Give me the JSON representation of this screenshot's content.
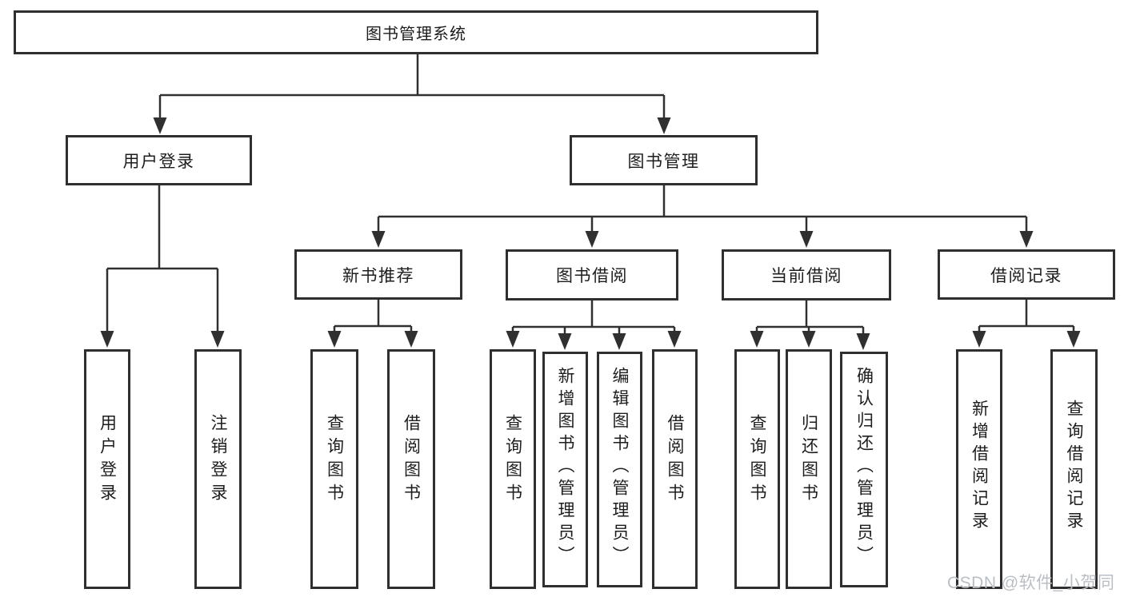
{
  "diagram": {
    "root": {
      "label": "图书管理系统"
    },
    "level1": [
      {
        "label": "用户登录",
        "children": [
          {
            "label": "用户登录"
          },
          {
            "label": "注销登录"
          }
        ]
      },
      {
        "label": "图书管理",
        "children": [
          {
            "label": "新书推荐",
            "children": [
              {
                "label": "查询图书"
              },
              {
                "label": "借阅图书"
              }
            ]
          },
          {
            "label": "图书借阅",
            "children": [
              {
                "label": "查询图书"
              },
              {
                "label": "新增图书（管理员）"
              },
              {
                "label": "编辑图书（管理员）"
              },
              {
                "label": "借阅图书"
              }
            ]
          },
          {
            "label": "当前借阅",
            "children": [
              {
                "label": "查询图书"
              },
              {
                "label": "归还图书"
              },
              {
                "label": "确认归还（管理员）"
              }
            ]
          },
          {
            "label": "借阅记录",
            "children": [
              {
                "label": "新增借阅记录"
              },
              {
                "label": "查询借阅记录"
              }
            ]
          }
        ]
      }
    ]
  },
  "watermark": {
    "text": "CSDN @软件_小贺同学"
  },
  "colors": {
    "background": "#ffffff",
    "line": "#303030",
    "box_border": "#2f2f2f",
    "text": "#1d1d1d",
    "watermark": "#b9bfc6"
  }
}
